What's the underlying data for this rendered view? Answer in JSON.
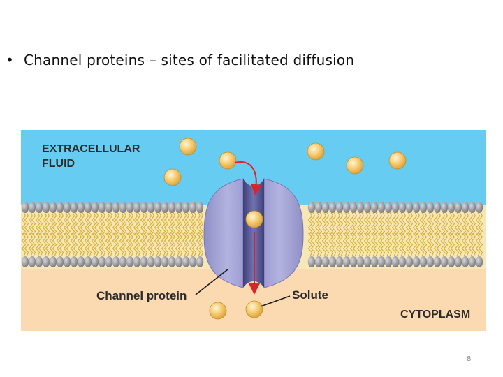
{
  "slide": {
    "bullet": "•",
    "text": "Channel proteins – sites of facilitated diffusion",
    "page_number": "8"
  },
  "diagram": {
    "labels": {
      "extracellular_line1": "EXTRACELLULAR",
      "extracellular_line2": "FLUID",
      "channel_protein": "Channel protein",
      "solute": "Solute",
      "cytoplasm": "CYTOPLASM"
    },
    "colors": {
      "extracellular": "#66ccf2",
      "cytoplasm": "#fbd9b1",
      "lipid_head": "#9a9a9e",
      "lipid_tail": "#e4bf3f",
      "protein": "#a3a3d4",
      "protein_channel": "#5c5c9a",
      "solute": "#f6c453",
      "arrow": "#d8252c"
    }
  }
}
